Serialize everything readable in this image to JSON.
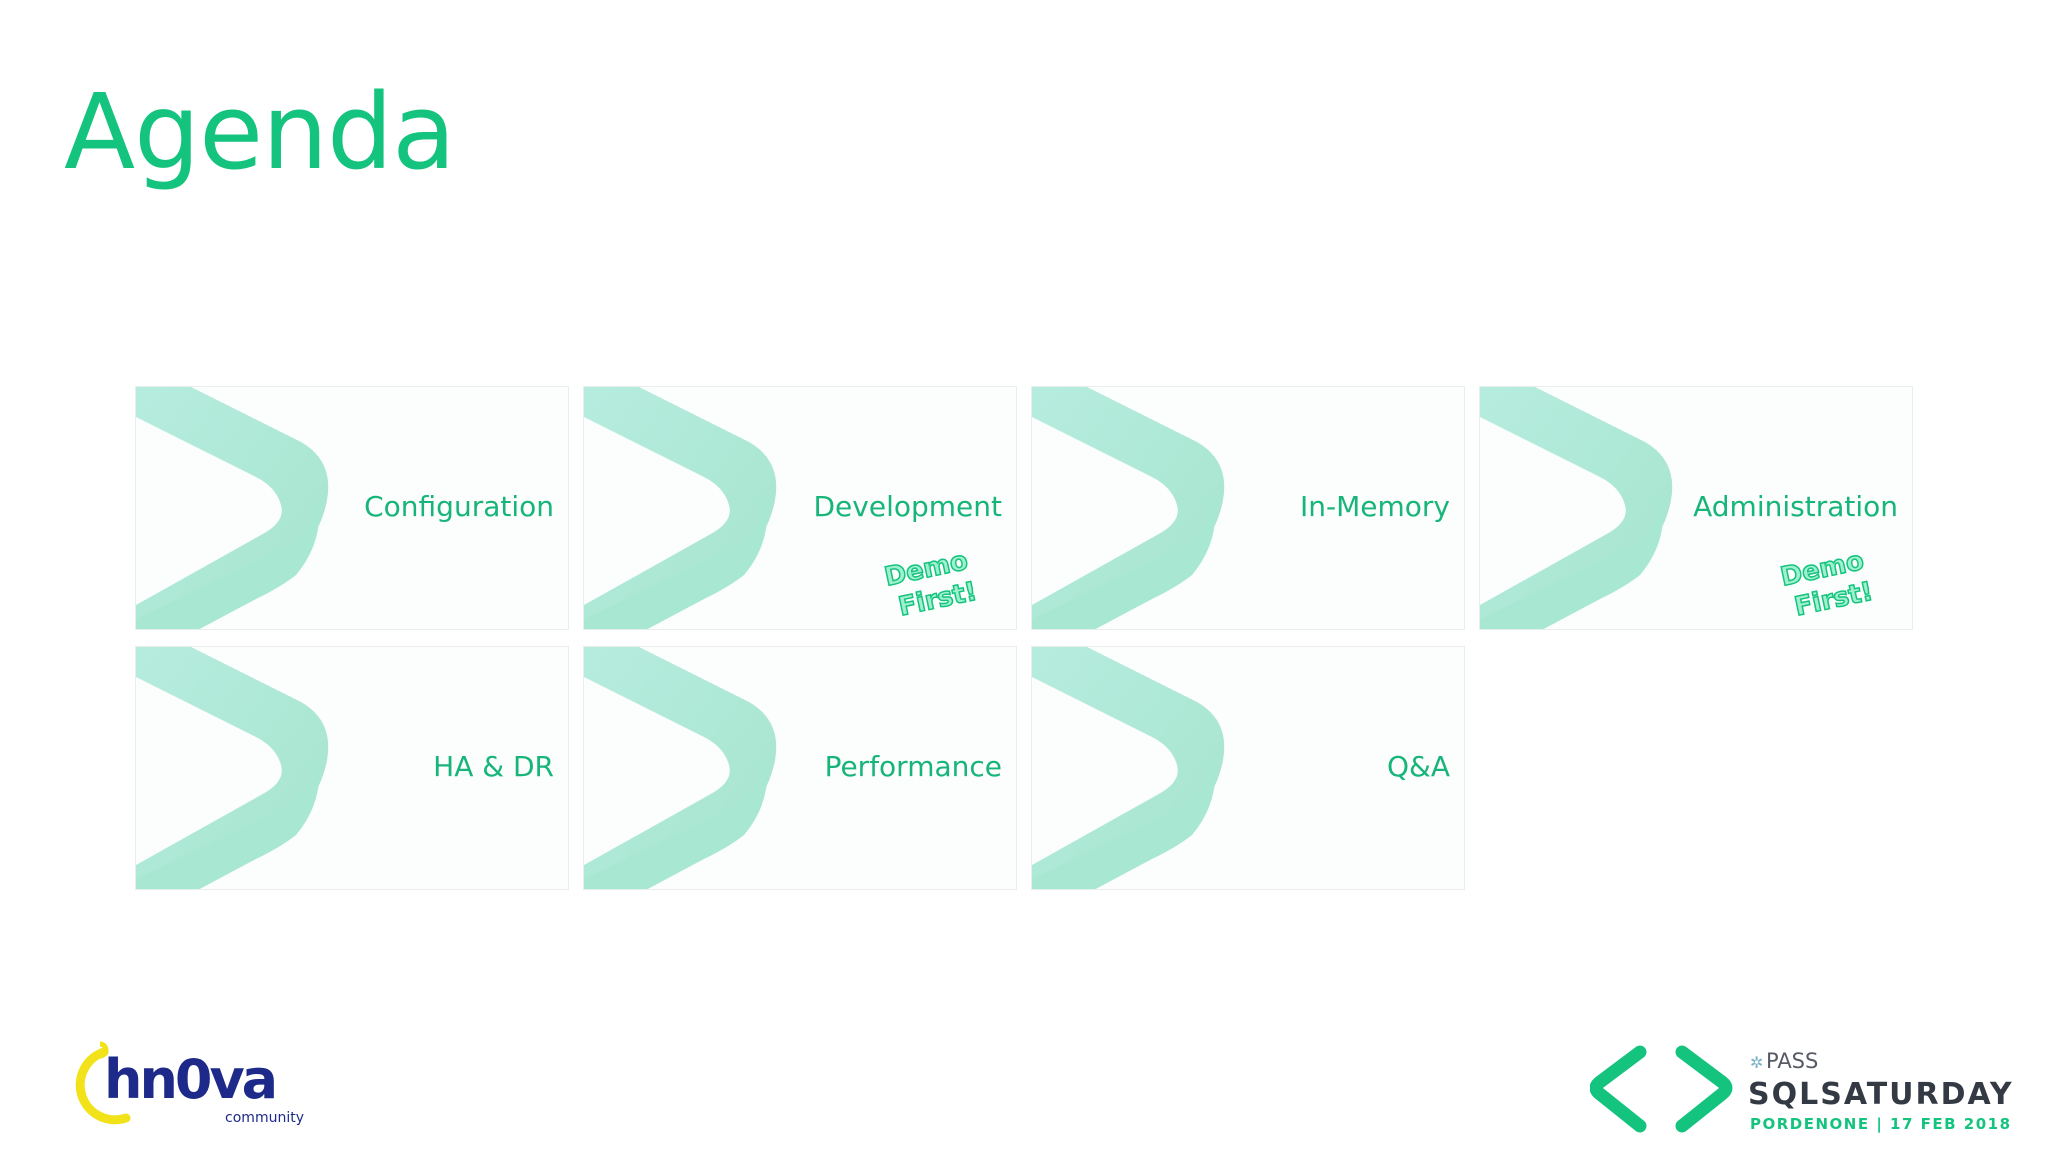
{
  "slide": {
    "title": "Agenda"
  },
  "tiles": [
    {
      "label": "Configuration",
      "demo_first": false
    },
    {
      "label": "Development",
      "demo_first": true
    },
    {
      "label": "In-Memory",
      "demo_first": false
    },
    {
      "label": "Administration",
      "demo_first": true
    },
    {
      "label": "HA & DR",
      "demo_first": false
    },
    {
      "label": "Performance",
      "demo_first": false
    },
    {
      "label": "Q&A",
      "demo_first": false
    }
  ],
  "stamp": {
    "line1": "Demo",
    "line2": "First!"
  },
  "footer": {
    "left_logo": {
      "wordmark": "hn0va",
      "sub": "community"
    },
    "right_logo": {
      "pass": "PASS",
      "name": "SQLSATURDAY",
      "tagline": "PORDENONE | 17 FEB 2018"
    }
  },
  "colors": {
    "accent": "#14c47e",
    "chevron": "#a8e8d3",
    "yellow": "#f1e21a",
    "navy": "#1d2a8a"
  },
  "icons": {
    "tile_decoration": "chevron-right-icon",
    "right_logo_mark": "angle-brackets-icon"
  }
}
